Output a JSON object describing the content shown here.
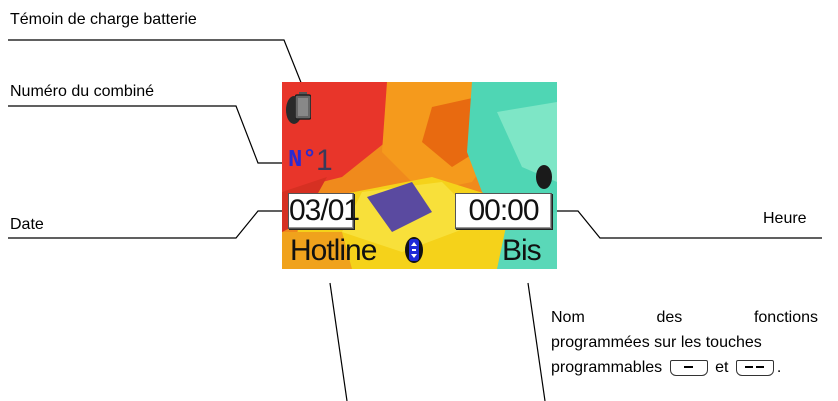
{
  "labels": {
    "battery": "Témoin de charge batterie",
    "handset_number": "Numéro du combiné",
    "date": "Date",
    "time": "Heure"
  },
  "screen": {
    "handset_prefix": "N°",
    "handset_value": "1",
    "date": "03/01",
    "time": "00:00",
    "softkey_left": "Hotline",
    "softkey_right": "Bis"
  },
  "description": {
    "row1": [
      "Nom",
      "des",
      "fonctions"
    ],
    "row2": "programmées sur les touches",
    "row3_start": "programmables",
    "row3_mid": "et",
    "row3_end": "."
  },
  "icons": {
    "battery": "battery-icon",
    "nav": "navigation-key-icon",
    "left_softkey": "left-softkey-icon",
    "right_softkey": "right-softkey-icon"
  },
  "colors": {
    "lcd_red": "#e8352a",
    "lcd_orange": "#f28a1c",
    "lcd_yellow": "#f5d21a",
    "lcd_teal": "#4fd6b4",
    "handset_prefix": "#2a2ad0"
  }
}
